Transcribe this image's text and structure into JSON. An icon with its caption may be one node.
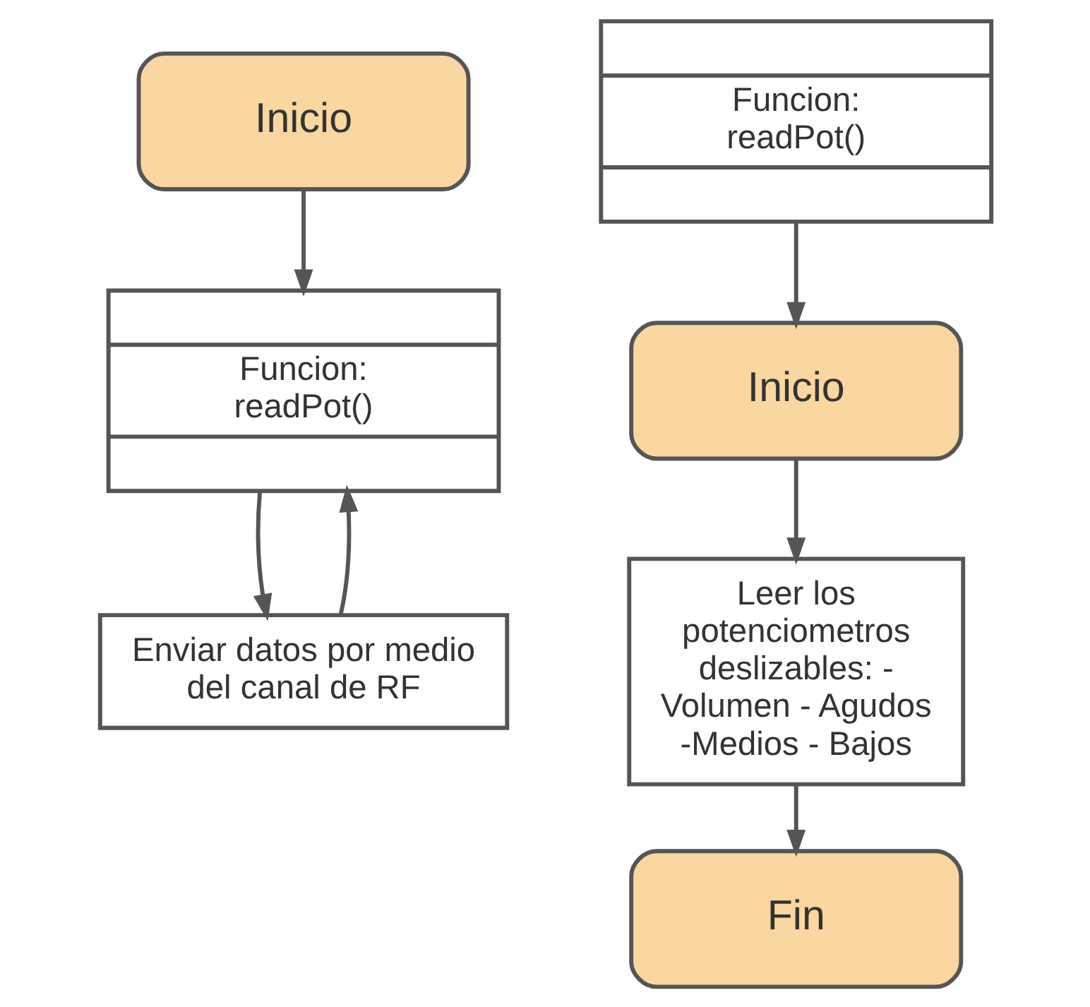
{
  "diagram": {
    "nodes": [
      {
        "text": [
          "Inicio"
        ]
      },
      {
        "text": [
          "Funcion: readPot()"
        ]
      },
      {
        "text": [
          "Enviar datos por medio del canal de RF"
        ]
      },
      {
        "text": [
          "Funcion: readPot()"
        ]
      },
      {
        "text": [
          "Inicio"
        ]
      },
      {
        "text": [
          "Leer los potenciometros deslizables: - Volumen - Agudos -Medios - Bajos"
        ]
      },
      {
        "text": [
          "Fin"
        ]
      }
    ],
    "edges": [
      {
        "from": 0,
        "to": 1,
        "arrow": "to"
      },
      {
        "from": 1,
        "to": 2,
        "arrow": "to"
      },
      {
        "from": 2,
        "to": 1,
        "arrow": "to"
      },
      {
        "from": 3,
        "to": 4,
        "arrow": "to"
      },
      {
        "from": 4,
        "to": 5,
        "arrow": "to"
      },
      {
        "from": 5,
        "to": 6,
        "arrow": "to"
      }
    ]
  }
}
